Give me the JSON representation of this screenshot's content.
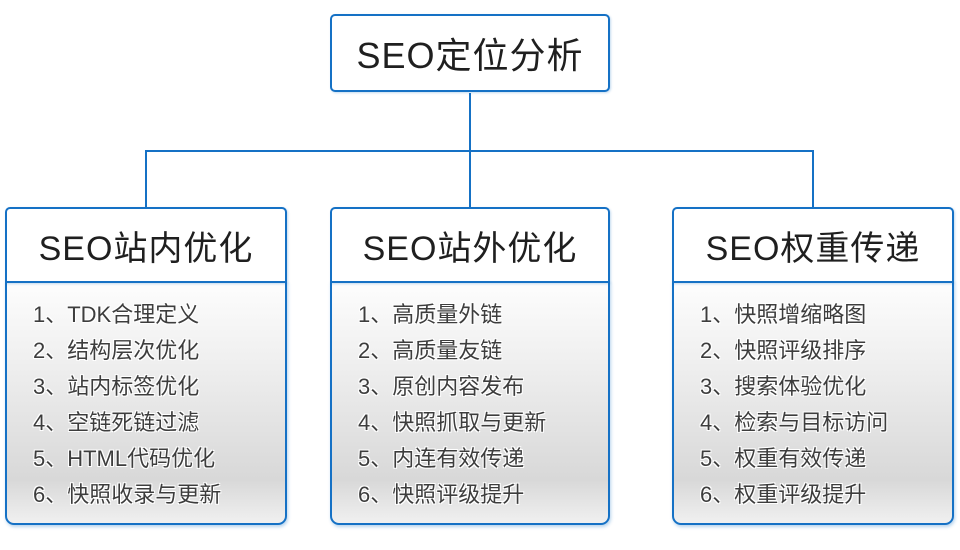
{
  "diagram": {
    "root": {
      "title": "SEO定位分析"
    },
    "columns": [
      {
        "title": "SEO站内优化",
        "items": [
          "1、TDK合理定义",
          "2、结构层次优化",
          "3、站内标签优化",
          "4、空链死链过滤",
          "5、HTML代码优化",
          "6、快照收录与更新"
        ]
      },
      {
        "title": "SEO站外优化",
        "items": [
          "1、高质量外链",
          "2、高质量友链",
          "3、原创内容发布",
          "4、快照抓取与更新",
          "5、内连有效传递",
          "6、快照评级提升"
        ]
      },
      {
        "title": "SEO权重传递",
        "items": [
          "1、快照增缩略图",
          "2、快照评级排序",
          "3、搜索体验优化",
          "4、检索与目标访问",
          "5、权重有效传递",
          "6、权重评级提升"
        ]
      }
    ],
    "colors": {
      "accent": "#1571c5",
      "panel_top": "#fdfdfd",
      "panel_bottom": "#d8d8d8",
      "text": "#3d3d3d"
    }
  }
}
